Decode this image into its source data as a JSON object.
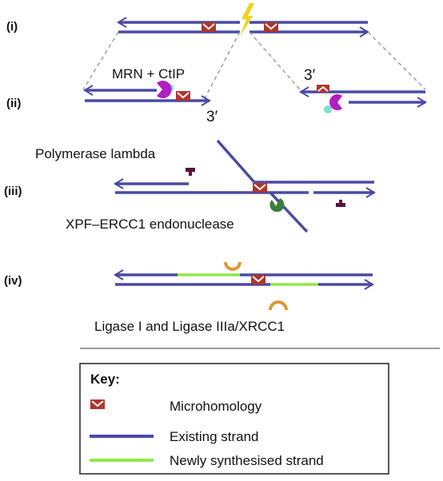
{
  "steps": [
    "(i)",
    "(ii)",
    "(iii)",
    "(iv)"
  ],
  "labels": {
    "mrn": "MRN + CtIP",
    "prime_left": "3′",
    "prime_right": "3′",
    "polymerase": "Polymerase lambda",
    "xpf": "XPF–ERCC1 endonuclease",
    "ligase": "Ligase I and Ligase IIIa/XRCC1"
  },
  "key": {
    "title": "Key:",
    "items": [
      "Microhomology",
      "Existing strand",
      "Newly synthesised strand"
    ]
  },
  "colors": {
    "existing_strand": "#4a4aa6",
    "new_strand": "#8fe84a",
    "microhomology": "#b0352a",
    "mrn": "#b01fc4",
    "ctip": "#7fdcd4",
    "polymerase": "#5a1040",
    "xpf": "#3c7d3a",
    "ligase": "#d99a33",
    "break": "#f2d21c"
  }
}
